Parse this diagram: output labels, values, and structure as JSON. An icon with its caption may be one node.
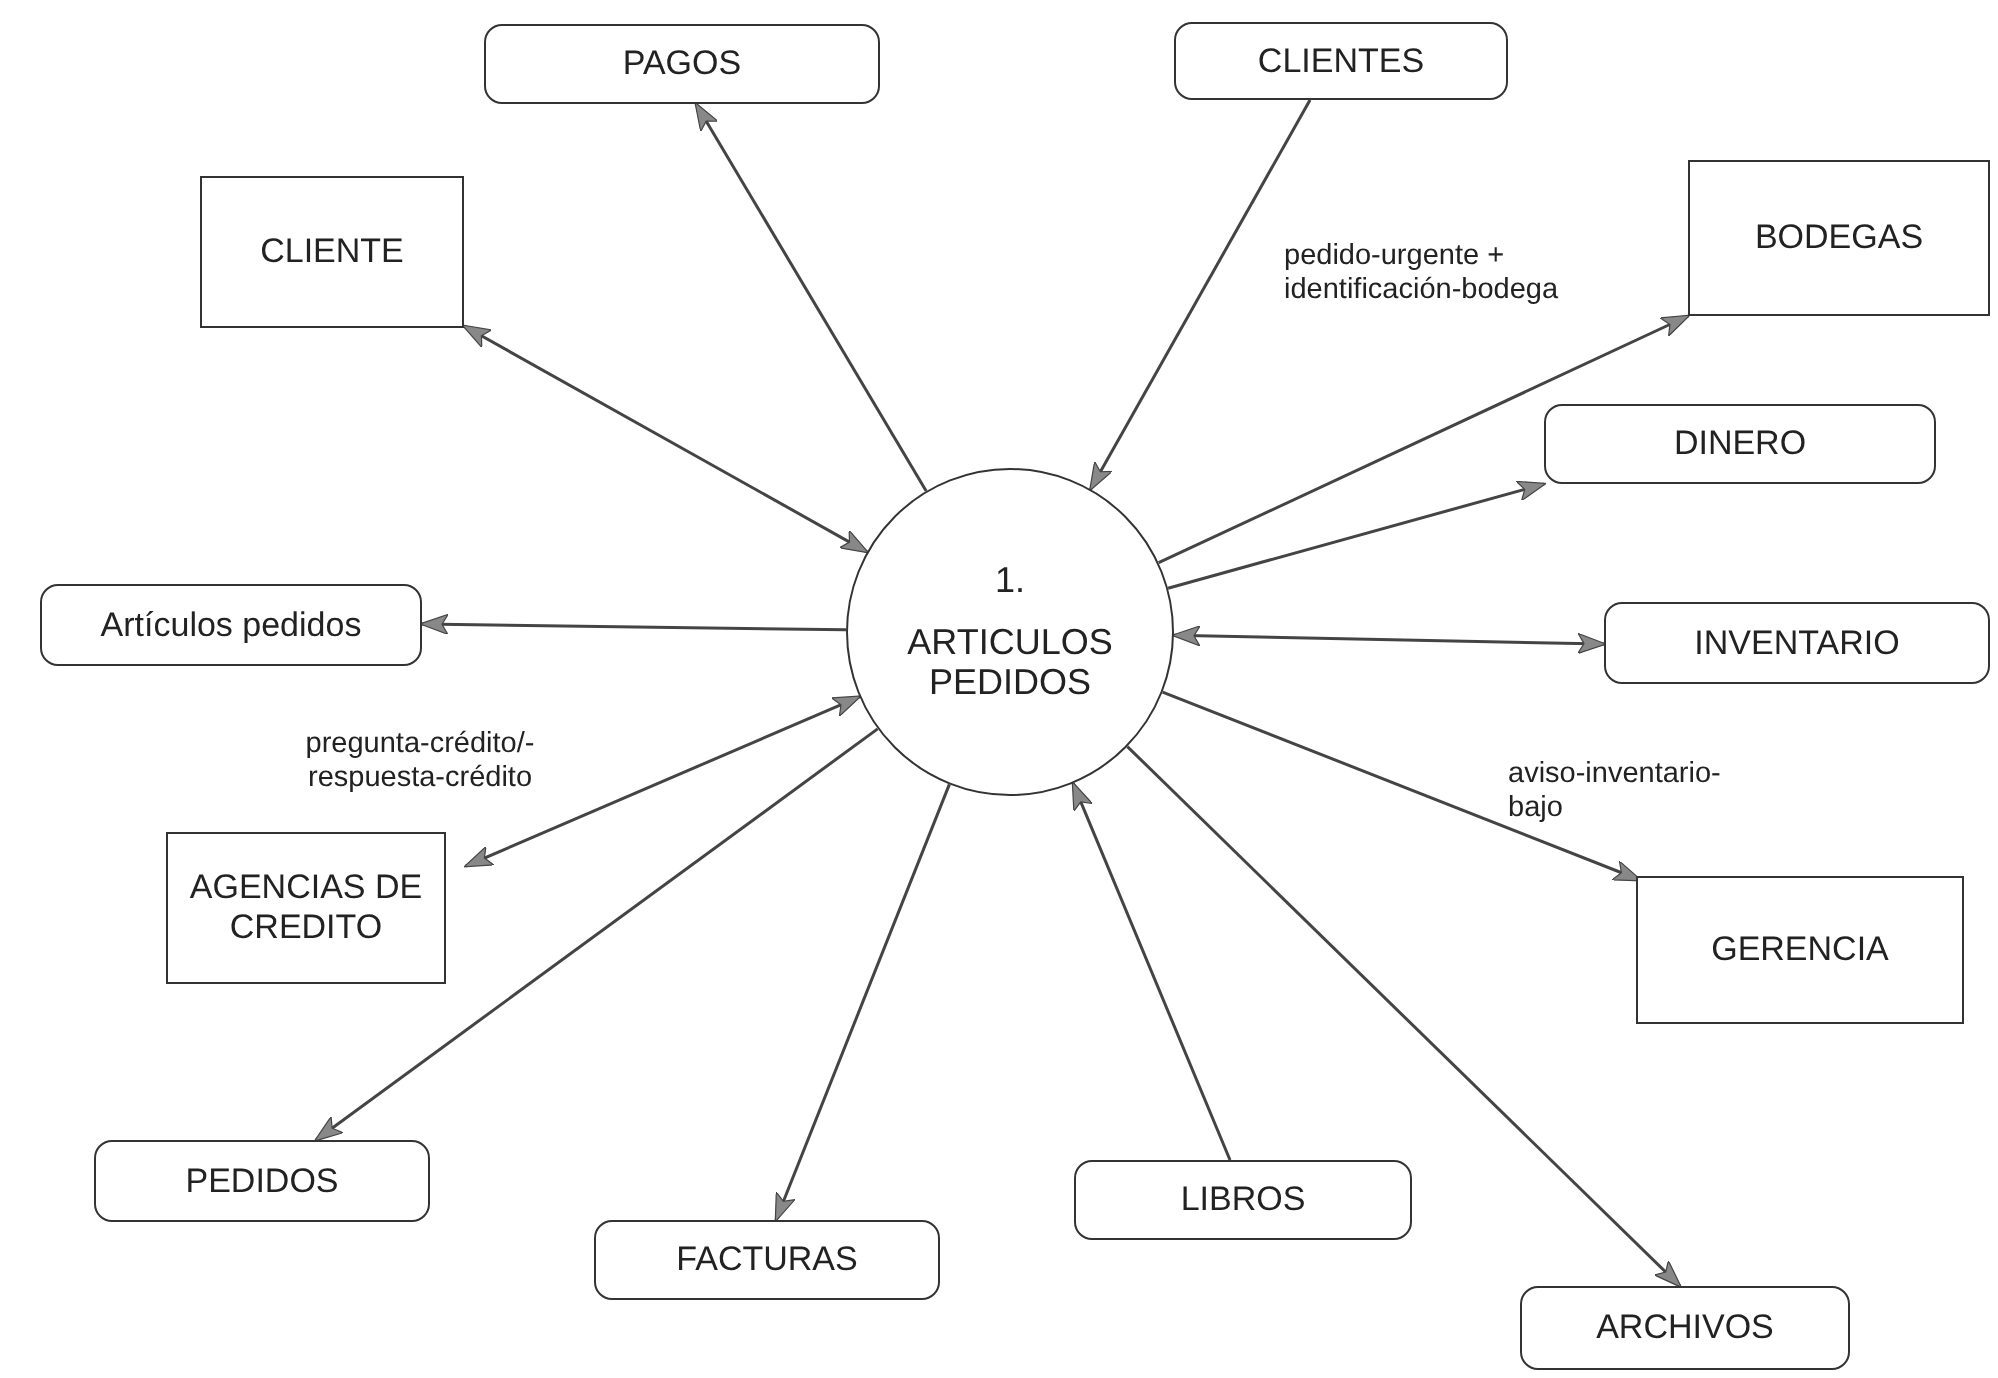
{
  "diagram": {
    "nodes": [
      {
        "text": [
          "PAGOS"
        ]
      },
      {
        "text": [
          "CLIENTES"
        ]
      },
      {
        "text": [
          "CLIENTE"
        ]
      },
      {
        "text": [
          "BODEGAS"
        ]
      },
      {
        "text": [
          "DINERO"
        ]
      },
      {
        "text": [
          "1.",
          "ARTICULOS PEDIDOS"
        ]
      },
      {
        "text": [
          "Artículos pedidos"
        ]
      },
      {
        "text": [
          "INVENTARIO"
        ]
      },
      {
        "text": [
          "AGENCIAS DE CREDITO"
        ]
      },
      {
        "text": [
          "GERENCIA"
        ]
      },
      {
        "text": [
          "PEDIDOS"
        ]
      },
      {
        "text": [
          "LIBROS"
        ]
      },
      {
        "text": [
          "FACTURAS"
        ]
      },
      {
        "text": [
          "ARCHIVOS"
        ]
      }
    ],
    "edges": [
      {
        "from": 5,
        "to": 0,
        "arrow": "to"
      },
      {
        "from": 1,
        "to": 5,
        "arrow": "to"
      },
      {
        "from": 2,
        "to": 5,
        "arrow": "both"
      },
      {
        "from": 5,
        "to": 3,
        "arrow": "to",
        "label": "pedido-urgente + identificación-bodega"
      },
      {
        "from": 5,
        "to": 4,
        "arrow": "to"
      },
      {
        "from": 5,
        "to": 6,
        "arrow": "to"
      },
      {
        "from": 5,
        "to": 7,
        "arrow": "both"
      },
      {
        "from": 5,
        "to": 8,
        "arrow": "both",
        "label": "pregunta-crédito/- respuesta-crédito"
      },
      {
        "from": 5,
        "to": 9,
        "arrow": "to",
        "label": "aviso-inventario- bajo"
      },
      {
        "from": 5,
        "to": 10,
        "arrow": "to"
      },
      {
        "from": 11,
        "to": 5,
        "arrow": "to"
      },
      {
        "from": 5,
        "to": 12,
        "arrow": "to"
      },
      {
        "from": 5,
        "to": 13,
        "arrow": "to"
      }
    ]
  }
}
